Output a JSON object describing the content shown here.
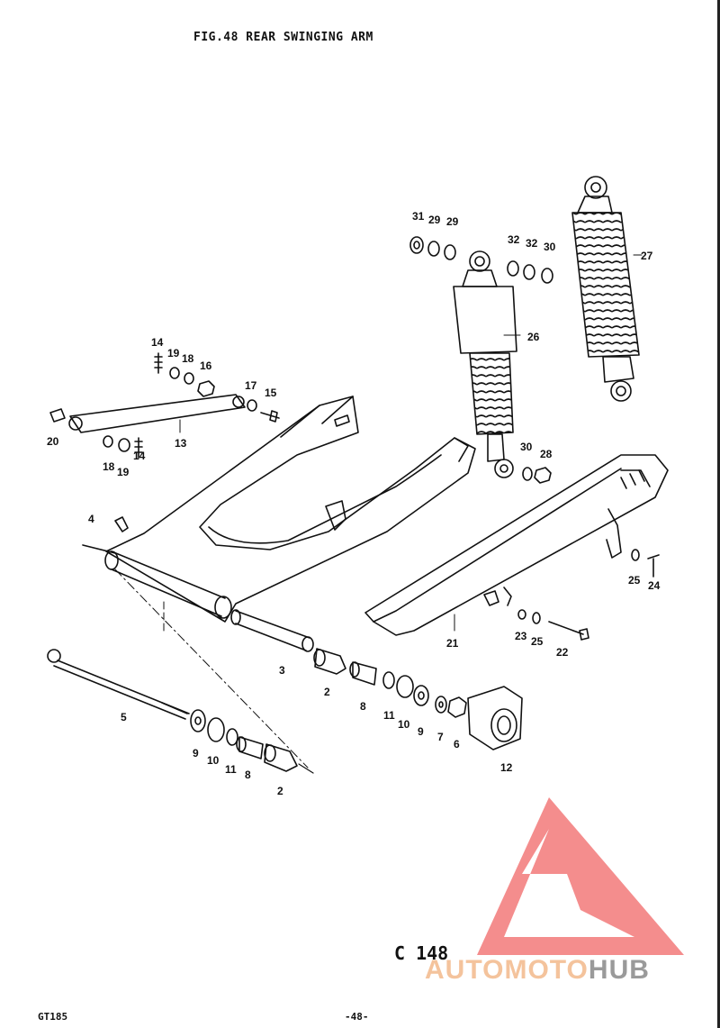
{
  "page": {
    "title": "FIG.48  REAR SWINGING ARM",
    "code": "C 148",
    "model": "GT185",
    "page_number": "-48-"
  },
  "watermark": {
    "part1": "AUTOMOTO",
    "part2": "HUB"
  },
  "part_labels": [
    "31",
    "29",
    "29",
    "32",
    "32",
    "30",
    "27",
    "26",
    "14",
    "19",
    "18",
    "16",
    "17",
    "15",
    "20",
    "13",
    "18",
    "19",
    "14",
    "4",
    "30",
    "28",
    "25",
    "24",
    "23",
    "25",
    "22",
    "21",
    "3",
    "2",
    "8",
    "11",
    "10",
    "9",
    "7",
    "6",
    "12",
    "5",
    "9",
    "10",
    "11",
    "8",
    "2"
  ]
}
